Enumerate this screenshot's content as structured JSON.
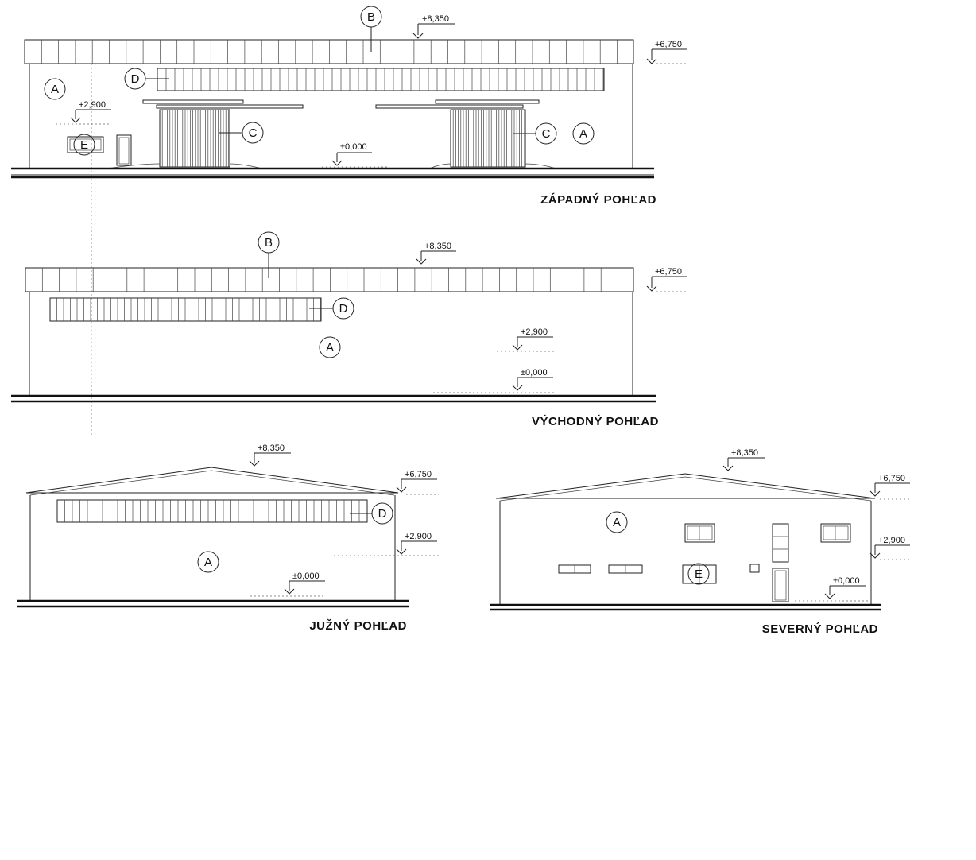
{
  "views": {
    "west": {
      "title": "ZÁPADNÝ POHĽAD",
      "levels": {
        "top": "+8,350",
        "eave": "+6,750",
        "mid": "+2,900",
        "ground": "±0,000"
      },
      "callouts": {
        "cladding": "A",
        "cladding2": "A",
        "roof": "B",
        "gate1": "C",
        "gate2": "C",
        "strip": "D",
        "window": "E"
      }
    },
    "east": {
      "title": "VÝCHODNÝ POHĽAD",
      "levels": {
        "top": "+8,350",
        "eave": "+6,750",
        "mid": "+2,900",
        "ground": "±0,000"
      },
      "callouts": {
        "cladding": "A",
        "roof": "B",
        "strip": "D"
      }
    },
    "south": {
      "title": "JUŽNÝ POHĽAD",
      "levels": {
        "top": "+8,350",
        "eave": "+6,750",
        "mid": "+2,900",
        "ground": "±0,000"
      },
      "callouts": {
        "cladding": "A",
        "strip": "D"
      }
    },
    "north": {
      "title": "SEVERNÝ POHĽAD",
      "levels": {
        "top": "+8,350",
        "eave": "+6,750",
        "mid": "+2,900",
        "ground": "±0,000"
      },
      "callouts": {
        "cladding": "A",
        "window": "E"
      }
    }
  }
}
